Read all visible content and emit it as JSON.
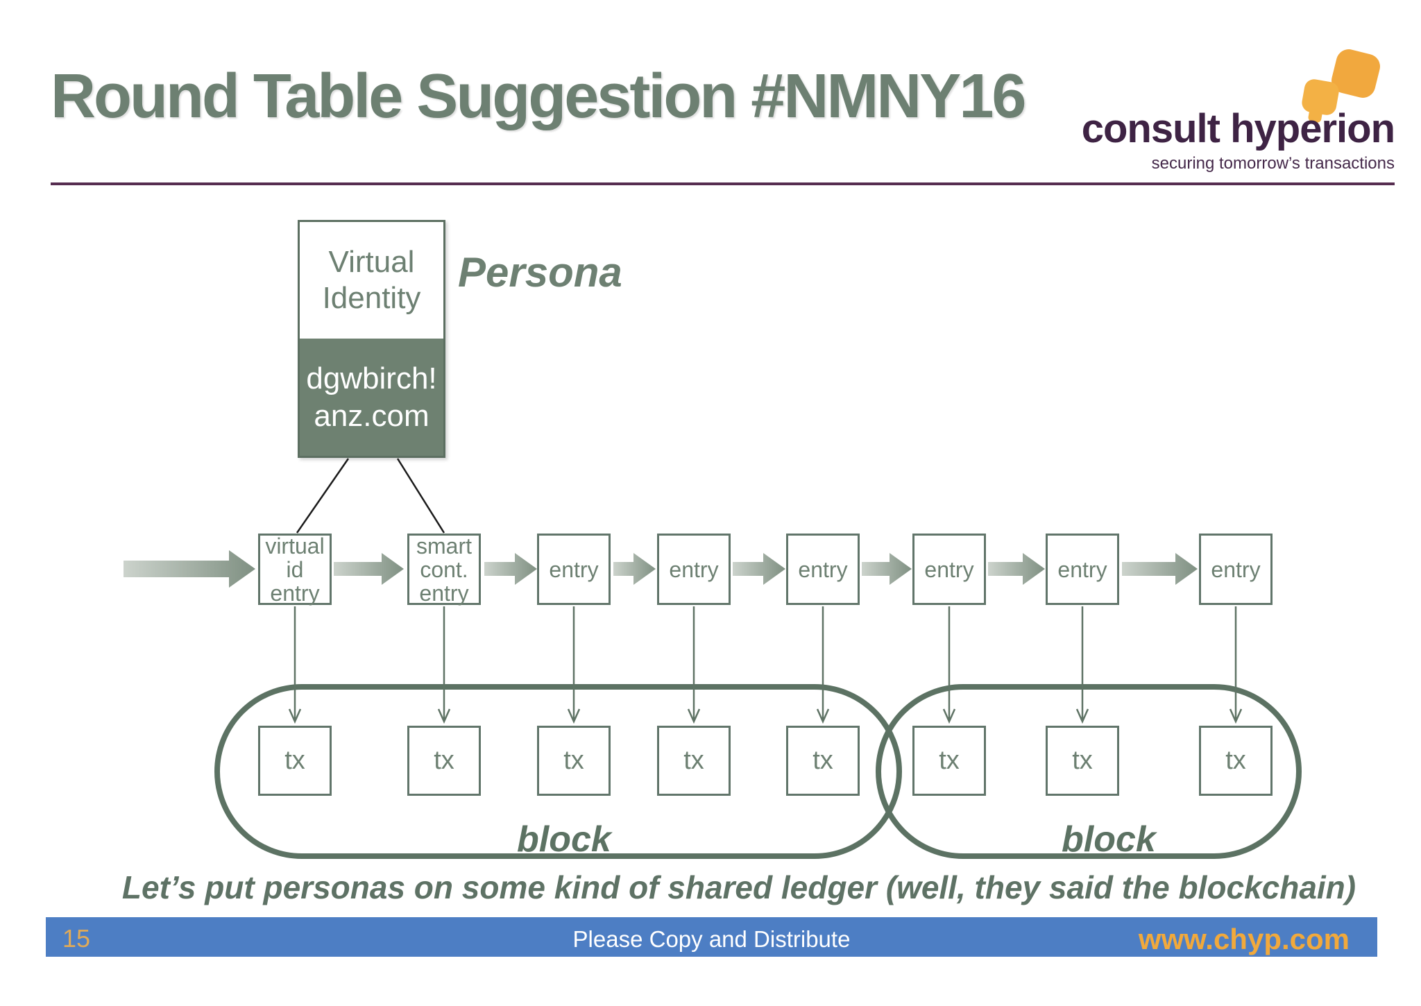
{
  "slide": {
    "title": "Round Table Suggestion #NMNY16",
    "logo": {
      "wordmark": "consult hyperion",
      "tagline": "securing tomorrow’s transactions"
    },
    "diagram": {
      "persona_label": "Persona",
      "identity_box": {
        "top_text": "Virtual\nIdentity",
        "bottom_text": "dgwbirch!\nanz.com"
      },
      "entries": [
        "virtual\nid\nentry",
        "smart\ncont.\nentry",
        "entry",
        "entry",
        "entry",
        "entry",
        "entry",
        "entry"
      ],
      "tx": [
        "tx",
        "tx",
        "tx",
        "tx",
        "tx",
        "tx",
        "tx",
        "tx"
      ],
      "blocks": [
        "block",
        "block"
      ]
    },
    "caption": "Let’s put personas on some kind of shared ledger (well, they said the blockchain)",
    "footer": {
      "page_number": "15",
      "center_text": "Please Copy and Distribute",
      "url": "www.chyp.com"
    },
    "colors": {
      "sage_text": "#6d8072",
      "sage_fill": "#6e8171",
      "stadium_border": "#5c7263",
      "divider_plum": "#562d50",
      "logo_purple": "#3e2344",
      "logo_orange": "#f1a83e",
      "footer_blue": "#4d7ec4",
      "footer_gold": "#f1a93c",
      "page_number_gold": "#e0aa58"
    }
  }
}
